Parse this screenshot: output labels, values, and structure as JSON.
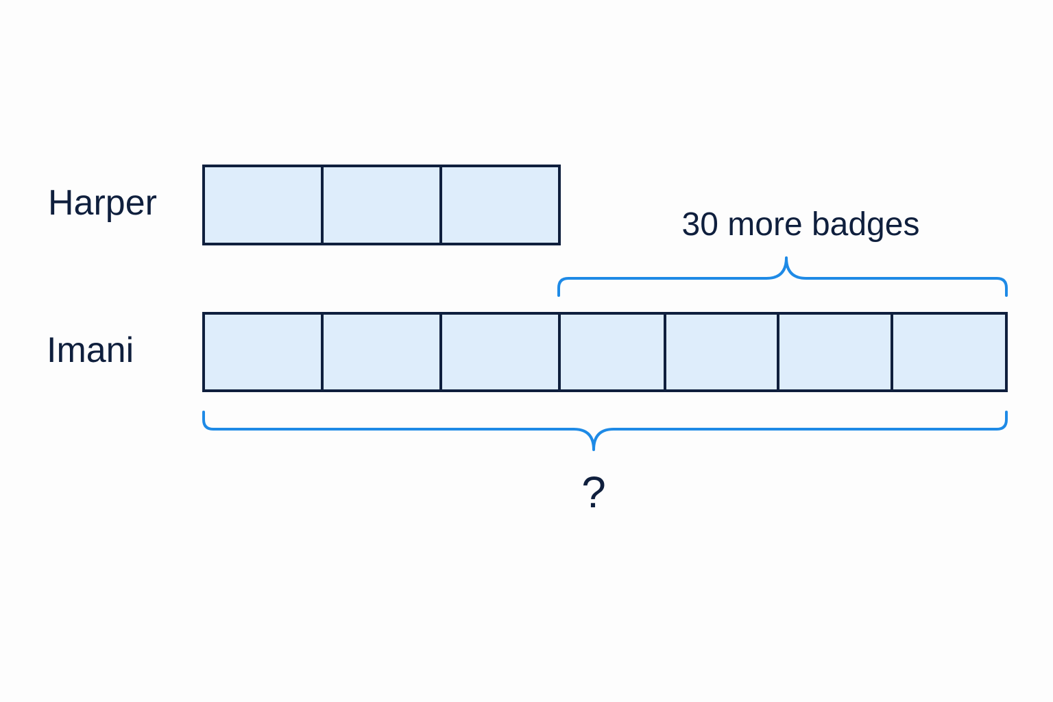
{
  "rows": [
    {
      "name": "Harper",
      "units": 3
    },
    {
      "name": "Imani",
      "units": 7
    }
  ],
  "top_brace": {
    "label": "30 more badges",
    "covers_units": [
      3,
      7
    ]
  },
  "bottom_brace": {
    "label": "?",
    "covers_units": [
      0,
      7
    ]
  },
  "colors": {
    "box_fill": "#deedfb",
    "box_stroke": "#0f1f3d",
    "brace": "#1e8ae6",
    "text": "#0f1f3d"
  }
}
